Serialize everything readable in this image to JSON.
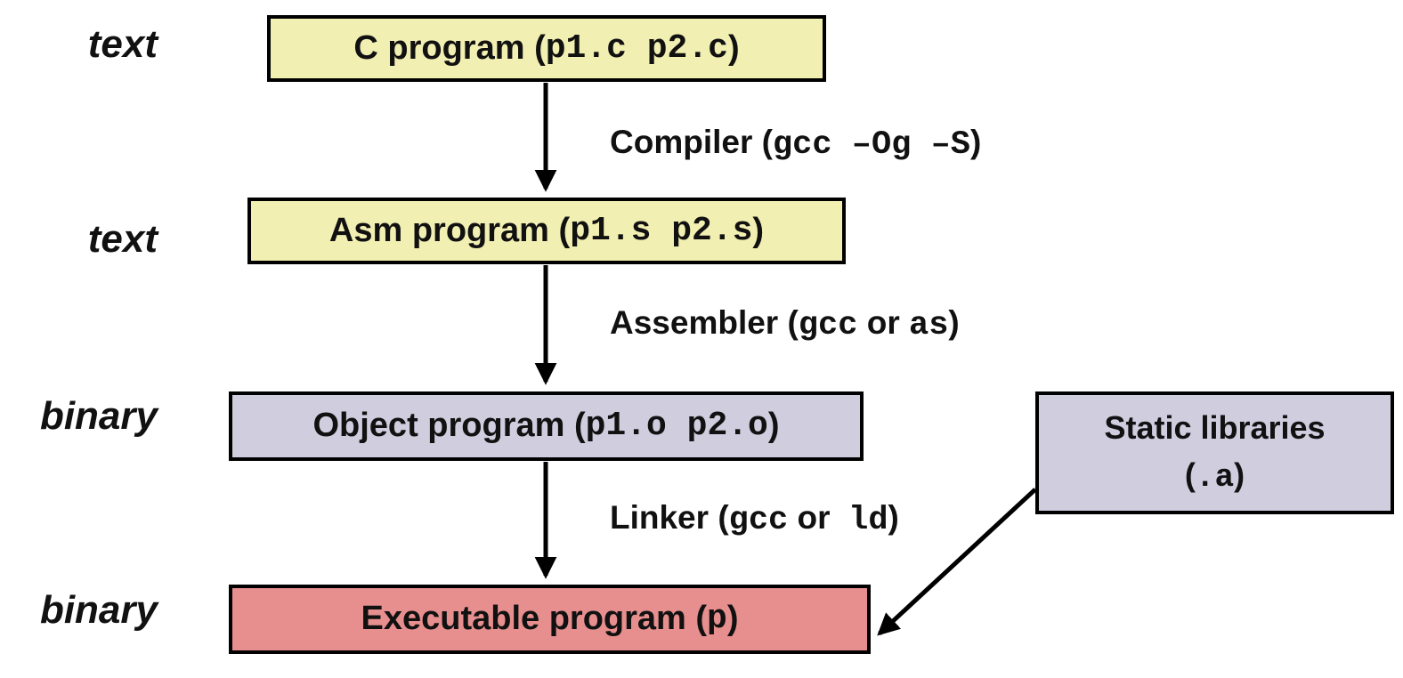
{
  "diagram": {
    "row_labels": [
      {
        "text": "text"
      },
      {
        "text": "text"
      },
      {
        "text": "binary"
      },
      {
        "text": "binary"
      }
    ],
    "boxes": {
      "c_program": {
        "pre": "C program (",
        "code": "p1.c p2.c",
        "post": ")"
      },
      "asm_program": {
        "pre": "Asm program (",
        "code": "p1.s p2.s",
        "post": ")"
      },
      "object_program": {
        "pre": "Object program (",
        "code": "p1.o p2.o",
        "post": ")"
      },
      "executable_program": {
        "pre": "Executable program (",
        "code": "p",
        "post": ")"
      },
      "static_libraries": {
        "line1": "Static libraries",
        "pre": "(",
        "code": ".a",
        "post": ")"
      }
    },
    "steps": {
      "compiler": {
        "pre": "Compiler (",
        "code": "gcc –Og –S",
        "post": ")"
      },
      "assembler": {
        "pre": "Assembler (",
        "code1": "gcc",
        "mid": " or ",
        "code2": "as",
        "post": ")"
      },
      "linker": {
        "pre": "Linker (",
        "code1": "gcc",
        "mid": " or  ",
        "code2": "ld",
        "post": ")"
      }
    },
    "colors": {
      "yellow_box_fill": "#f2efb2",
      "lavender_box_fill": "#cfcdde",
      "red_box_fill": "#e78f8e",
      "line_and_border": "#000000"
    }
  }
}
